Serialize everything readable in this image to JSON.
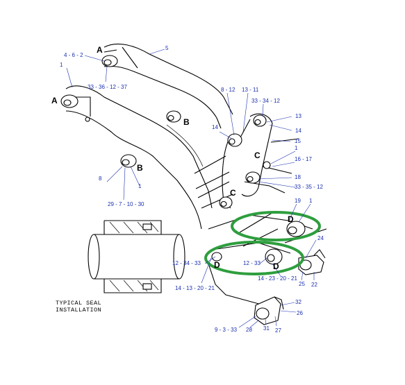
{
  "caption": {
    "line1": "TYPICAL SEAL",
    "line2": "INSTALLATION"
  },
  "labels": {
    "top_left_a": "4 - 6 - 2",
    "top_left_a_ref": "A",
    "p5": "5",
    "p1_top": "1",
    "bottom_left_a_nums": "33 - 36 - 12 - 37",
    "left_a": "A",
    "b_ref_top": "B",
    "b_ref_bottom": "B",
    "p8": "8",
    "p1_mid": "1",
    "bottom_nums": "29 - 7 - 10 - 30",
    "top_8_12": "8 - 12",
    "top_13_11": "13 - 11",
    "top_33_34_12": "33 - 34 - 12",
    "p13": "13",
    "p14_right": "14",
    "p15": "15",
    "p14_left": "14",
    "p1_right": "1",
    "p16_17": "16 - 17",
    "c_top": "C",
    "c_bottom": "C",
    "p18": "18",
    "nums_33_35_12": "33 - 35 - 12",
    "p19": "19",
    "p1_right2": "1",
    "d_right": "D",
    "d_mid": "D",
    "d_left": "D",
    "p24": "24",
    "nums_12_33": "12 - 33",
    "nums_12_34_33": "12 - 34 - 33",
    "nums_14_13_20_21": "14 - 13 - 20 - 21",
    "nums_14_23_20_21": "14 - 23 - 20 - 21",
    "p25": "25",
    "p22": "22",
    "p32": "32",
    "p26": "26",
    "nums_9_3_33": "9 - 3 - 33",
    "p28": "28",
    "p31": "31",
    "p27": "27"
  },
  "highlight_color": "#2e9e3e",
  "label_color": "#1a2fb0"
}
